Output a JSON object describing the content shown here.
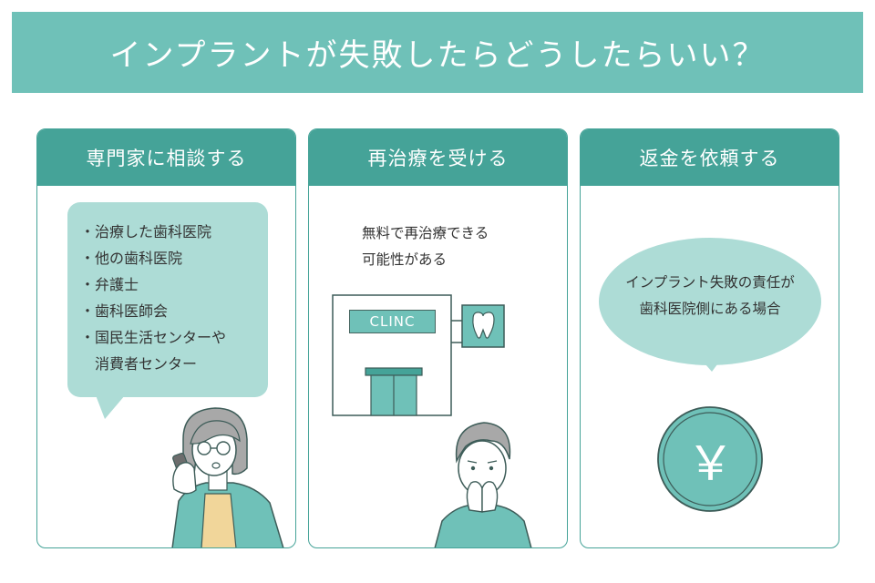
{
  "title": "インプラントが失敗したらどうしたらいい？",
  "panels": [
    {
      "heading": "専門家に相談する",
      "items": [
        "治療した歯科医院",
        "他の歯科医院",
        "弁護士",
        "歯科医師会",
        "国民生活センターや",
        "消費者センター"
      ]
    },
    {
      "heading": "再治療を受ける",
      "text_lines": [
        "無料で再治療できる",
        "可能性がある"
      ],
      "clinic_sign": "CLINC"
    },
    {
      "heading": "返金を依頼する",
      "text_lines": [
        "インプラント失敗の責任が",
        "歯科医院側にある場合"
      ],
      "coin_symbol": "￥"
    }
  ],
  "colors": {
    "banner": "#6fc1b8",
    "panel_header": "#45a398",
    "bubble": "#addcd6",
    "text": "#333333"
  },
  "icons": [
    "person-on-phone-icon",
    "clinic-building-icon",
    "tooth-sign-icon",
    "worried-person-icon",
    "yen-coin-icon"
  ]
}
